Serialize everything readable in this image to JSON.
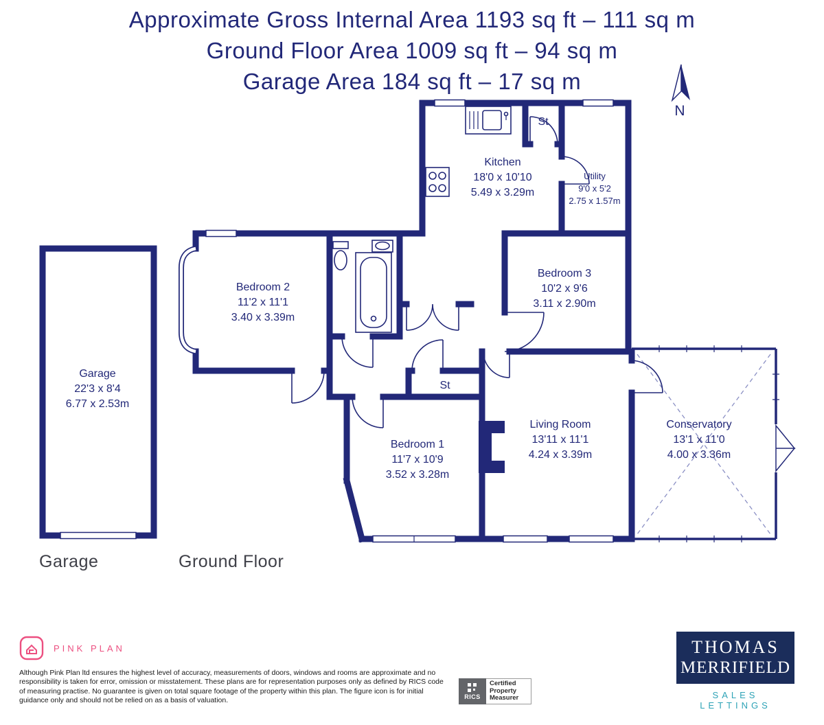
{
  "header": {
    "line1": "Approximate Gross Internal Area 1193 sq ft – 111 sq m",
    "line2": "Ground Floor Area 1009 sq ft – 94 sq m",
    "line3": "Garage Area 184 sq ft – 17 sq m"
  },
  "compass": {
    "label": "N"
  },
  "rooms": {
    "kitchen": {
      "name": "Kitchen",
      "imperial": "18'0 x 10'10",
      "metric": "5.49 x 3.29m"
    },
    "st_top": {
      "name": "St"
    },
    "utility": {
      "name": "Utility",
      "imperial": "9'0 x 5'2",
      "metric": "2.75 x 1.57m"
    },
    "bedroom2": {
      "name": "Bedroom 2",
      "imperial": "11'2 x 11'1",
      "metric": "3.40 x 3.39m"
    },
    "bedroom3": {
      "name": "Bedroom 3",
      "imperial": "10'2 x 9'6",
      "metric": "3.11 x 2.90m"
    },
    "st_hall": {
      "name": "St"
    },
    "bedroom1": {
      "name": "Bedroom 1",
      "imperial": "11'7 x 10'9",
      "metric": "3.52 x 3.28m"
    },
    "living": {
      "name": "Living Room",
      "imperial": "13'11 x 11'1",
      "metric": "4.24 x 3.39m"
    },
    "conservatory": {
      "name": "Conservatory",
      "imperial": "13'1 x 11'0",
      "metric": "4.00 x 3.36m"
    },
    "garage": {
      "name": "Garage",
      "imperial": "22'3 x 8'4",
      "metric": "6.77 x 2.53m"
    }
  },
  "floor_labels": {
    "garage": "Garage",
    "ground_floor": "Ground Floor"
  },
  "footer": {
    "brand": "PINK PLAN",
    "disclaimer": "Although Pink Plan ltd ensures the highest level of accuracy, measurements of doors, windows and rooms are approximate and no responsibility is taken for error, omission or misstatement. These plans are for representation purposes only as defined by RICS code of measuring practise. No guarantee is given on total square footage of the property within this plan. The figure icon is for initial guidance only and should not be relied on as a basis of valuation.",
    "rics": {
      "name": "RICS",
      "line1": "Certified",
      "line2": "Property",
      "line3": "Measurer"
    },
    "agent": {
      "line1": "THOMAS",
      "line2": "MERRIFIELD",
      "tagline": "SALES LETTINGS"
    }
  },
  "colors": {
    "wall": "#222878",
    "pink": "#ec4f80",
    "agent_navy": "#1b2d5b",
    "teal": "#2ea3b7",
    "label_gray": "#3f4048"
  }
}
